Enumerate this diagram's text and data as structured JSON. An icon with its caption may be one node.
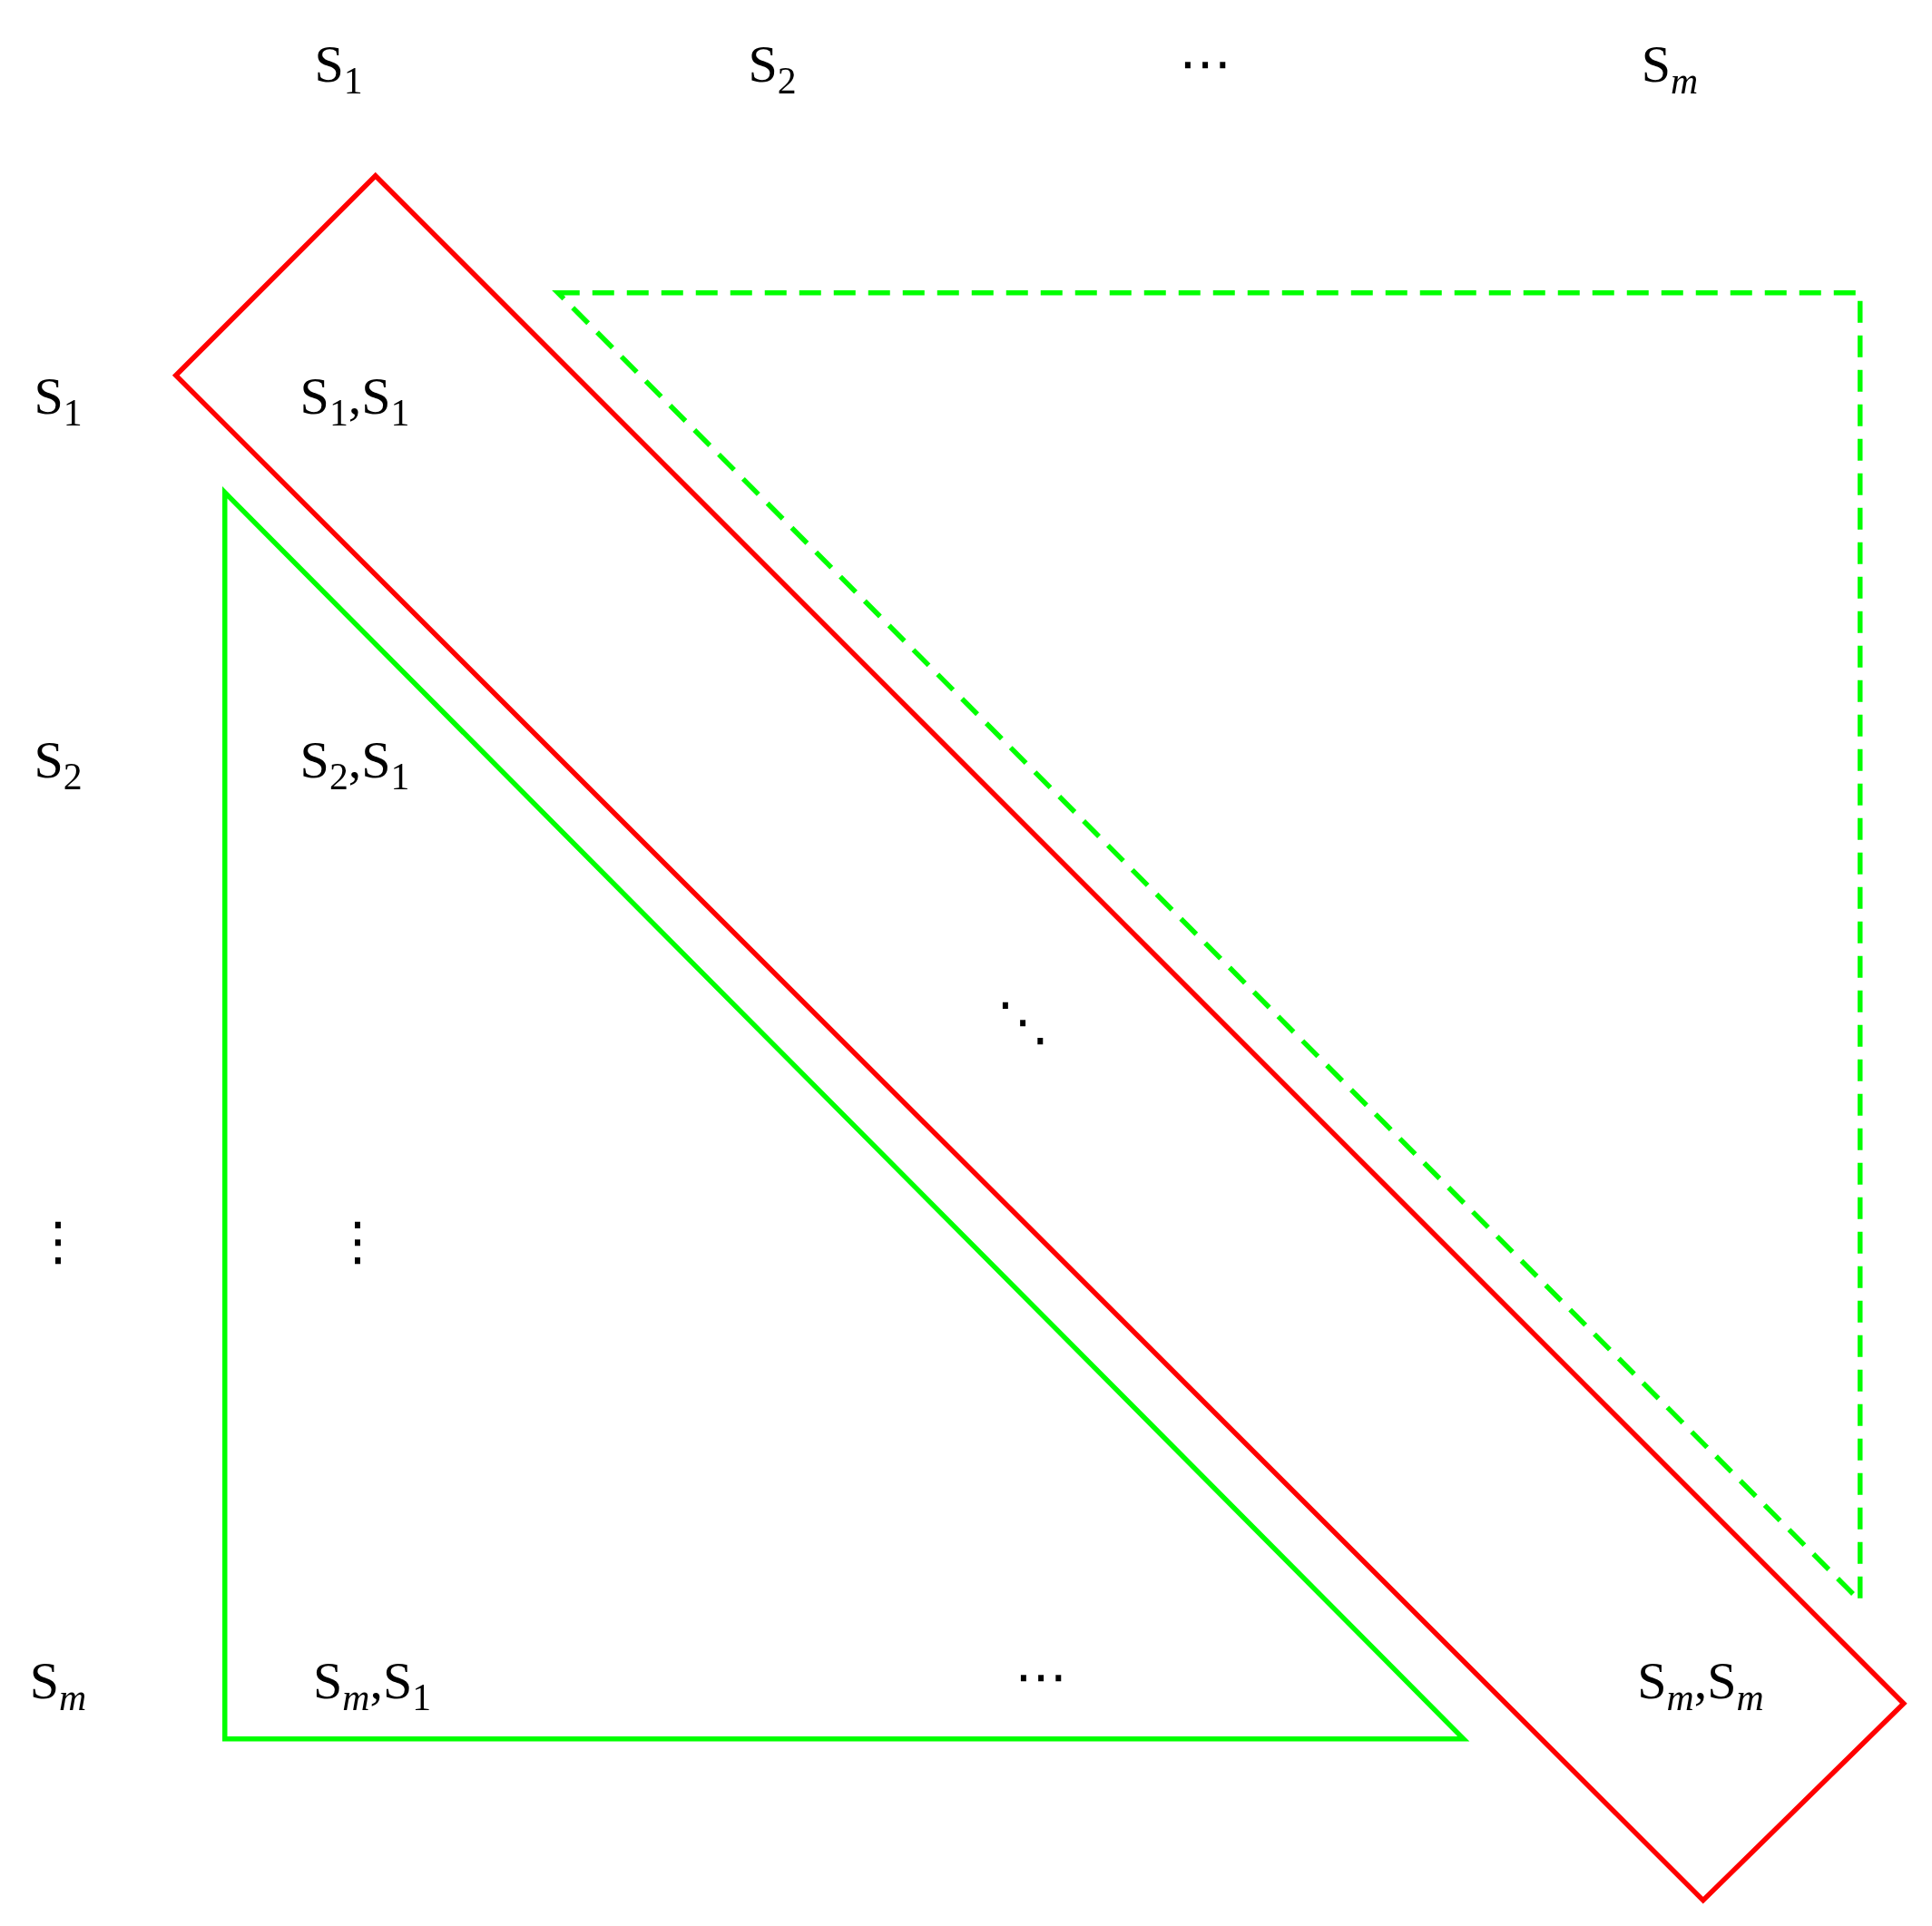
{
  "diagram": {
    "nodes": [
      {
        "text": [
          "S$_{1}$,S$_{1}$",
          "⋱",
          "S$_{m}$,S$_{m}$"
        ]
      },
      {
        "text": [],
        "shape": "triangle"
      },
      {
        "text": [
          "S$_{2}$,S$_{1}$",
          "⋮",
          "S$_{m}$,S$_{1}$",
          "⋯"
        ]
      }
    ],
    "labels": [
      "S$_{1}$",
      "S$_{2}$",
      "⋯",
      "S$_{m}$",
      "S$_{1}$",
      "S$_{2}$",
      "⋮",
      "S$_{m}$"
    ]
  }
}
